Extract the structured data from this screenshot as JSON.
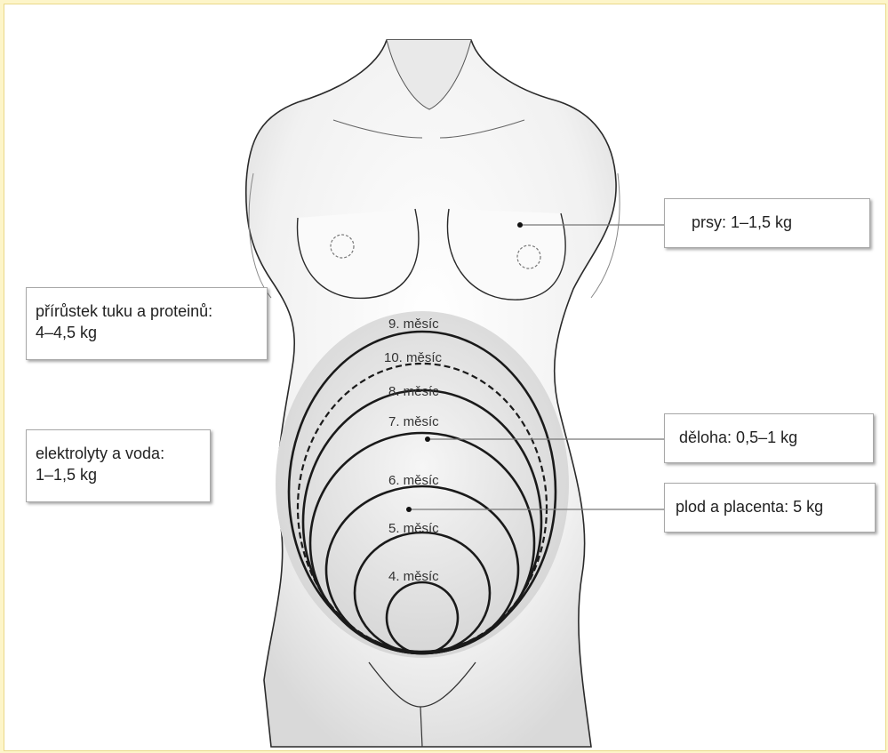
{
  "labels": {
    "breasts": "prsy: 1–1,5 kg",
    "fat_protein": "přírůstek tuku a proteinů:\n4–4,5 kg",
    "electrolytes": "elektrolyty a voda:\n1–1,5 kg",
    "uterus": "děloha: 0,5–1 kg",
    "fetus_placenta": "plod a placenta: 5 kg"
  },
  "months": {
    "m9": "9. měsíc",
    "m10": "10. měsíc",
    "m8": "8. měsíc",
    "m7": "7. měsíc",
    "m6": "6. měsíc",
    "m5": "5. měsíc",
    "m4": "4. měsíc"
  },
  "colors": {
    "background": "#fdf5c9",
    "outline": "#222222",
    "shading": "#e6e6e6"
  }
}
